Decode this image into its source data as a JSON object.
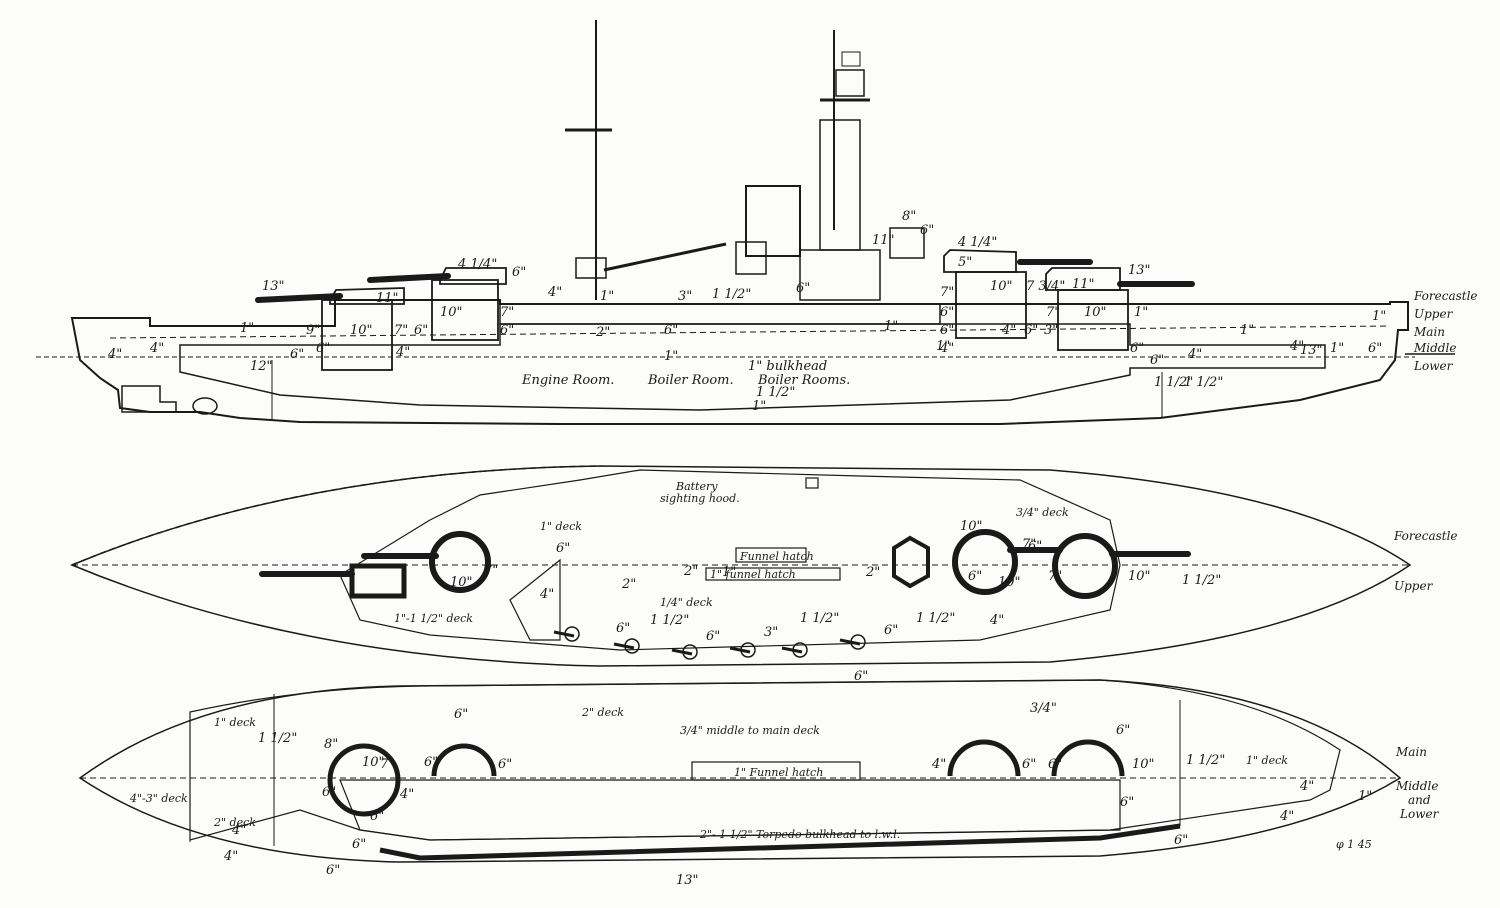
{
  "deck_labels": {
    "profile": [
      "Forecastle",
      "Upper",
      "Main",
      "Middle",
      "Lower"
    ],
    "plan1": [
      "Forecastle",
      "Upper"
    ],
    "plan2": [
      "Main",
      "Middle",
      "and",
      "Lower"
    ]
  },
  "profile_text": {
    "engine": "Engine Room.",
    "boiler1": "Boiler Room.",
    "boilers": "Boiler Rooms.",
    "bulkhead": "1\" bulkhead"
  },
  "plan1_text": {
    "battery": "Battery",
    "sighting": "sighting hood.",
    "deck1": "1\" deck",
    "deck34": "3/4\" deck",
    "funnel_hatch_a": "Funnel hatch",
    "funnel_hatch_b": "1\" funnel hatch",
    "deck14": "1/4\" deck",
    "deck1112": "1\"-1 1/2\" deck"
  },
  "plan2_text": {
    "deck2": "2\" deck",
    "middle_main": "3/4\" middle to main deck",
    "funnel": "1\" Funnel hatch",
    "torpedo": "2\"- 1 1/2\" Torpedo bulkhead to l.w.l.",
    "deck1_fore": "1\" deck",
    "deck1_aft": "1\" deck",
    "deck45": "4\"-3\" deck",
    "deck2_aft": "2\" deck"
  },
  "signature": "φ 1 45",
  "armour_marks": {
    "profile": [
      "13\"",
      "11\"",
      "4 1/4\"",
      "6\"",
      "10\"",
      "7\"",
      "4\"",
      "1\"",
      "3\"",
      "1 1/2\"",
      "6\"",
      "11\"",
      "8\"",
      "6\"",
      "4 1/4\"",
      "5\"",
      "7\"",
      "10\"",
      "7 3/4\"",
      "11\"",
      "13\"",
      "7\"",
      "10\"",
      "1\"",
      "9\"",
      "10\"",
      "7\"",
      "6\"",
      "6\"",
      "1\"",
      "2\"",
      "6\"",
      "6\"",
      "1\"",
      "6\"",
      "6\"",
      "4\"",
      "6\"",
      "1\"",
      "4\"",
      "3\"",
      "4\"",
      "4\"",
      "12\"",
      "6\"",
      "6\"",
      "4\"",
      "13\"",
      "1\"",
      "6\"",
      "1\"",
      "6\"",
      "1\"",
      "4\"",
      "4\"",
      "1\"",
      "1 1/2\"",
      "1 1/2\"",
      "1\"",
      "1 1/2\""
    ],
    "plan1": [
      "6\"",
      "10\"",
      "7\"",
      "2\"",
      "2\"",
      "1\"",
      "2\"",
      "4\"",
      "10\"",
      "7\"",
      "6\"",
      "6\"",
      "10\"",
      "7\"",
      "10\"",
      "1 1/2\"",
      "6\"",
      "1 1/2\"",
      "6\"",
      "3\"",
      "1 1/2\"",
      "6\"",
      "1 1/2\"",
      "4\""
    ],
    "plan2": [
      "6\"",
      "6\"",
      "10\"",
      "8\"",
      "1 1/2\"",
      "7\"",
      "6\"",
      "6\"",
      "6\"",
      "4\"",
      "6\"",
      "6\"",
      "4\"",
      "6\"",
      "6\"",
      "10\"",
      "6\"",
      "6\"",
      "1 1/2\"",
      "4\"",
      "4\"",
      "1\"",
      "4\"",
      "6\"",
      "13\"",
      "6\"",
      "4\"",
      "3/4\""
    ]
  }
}
